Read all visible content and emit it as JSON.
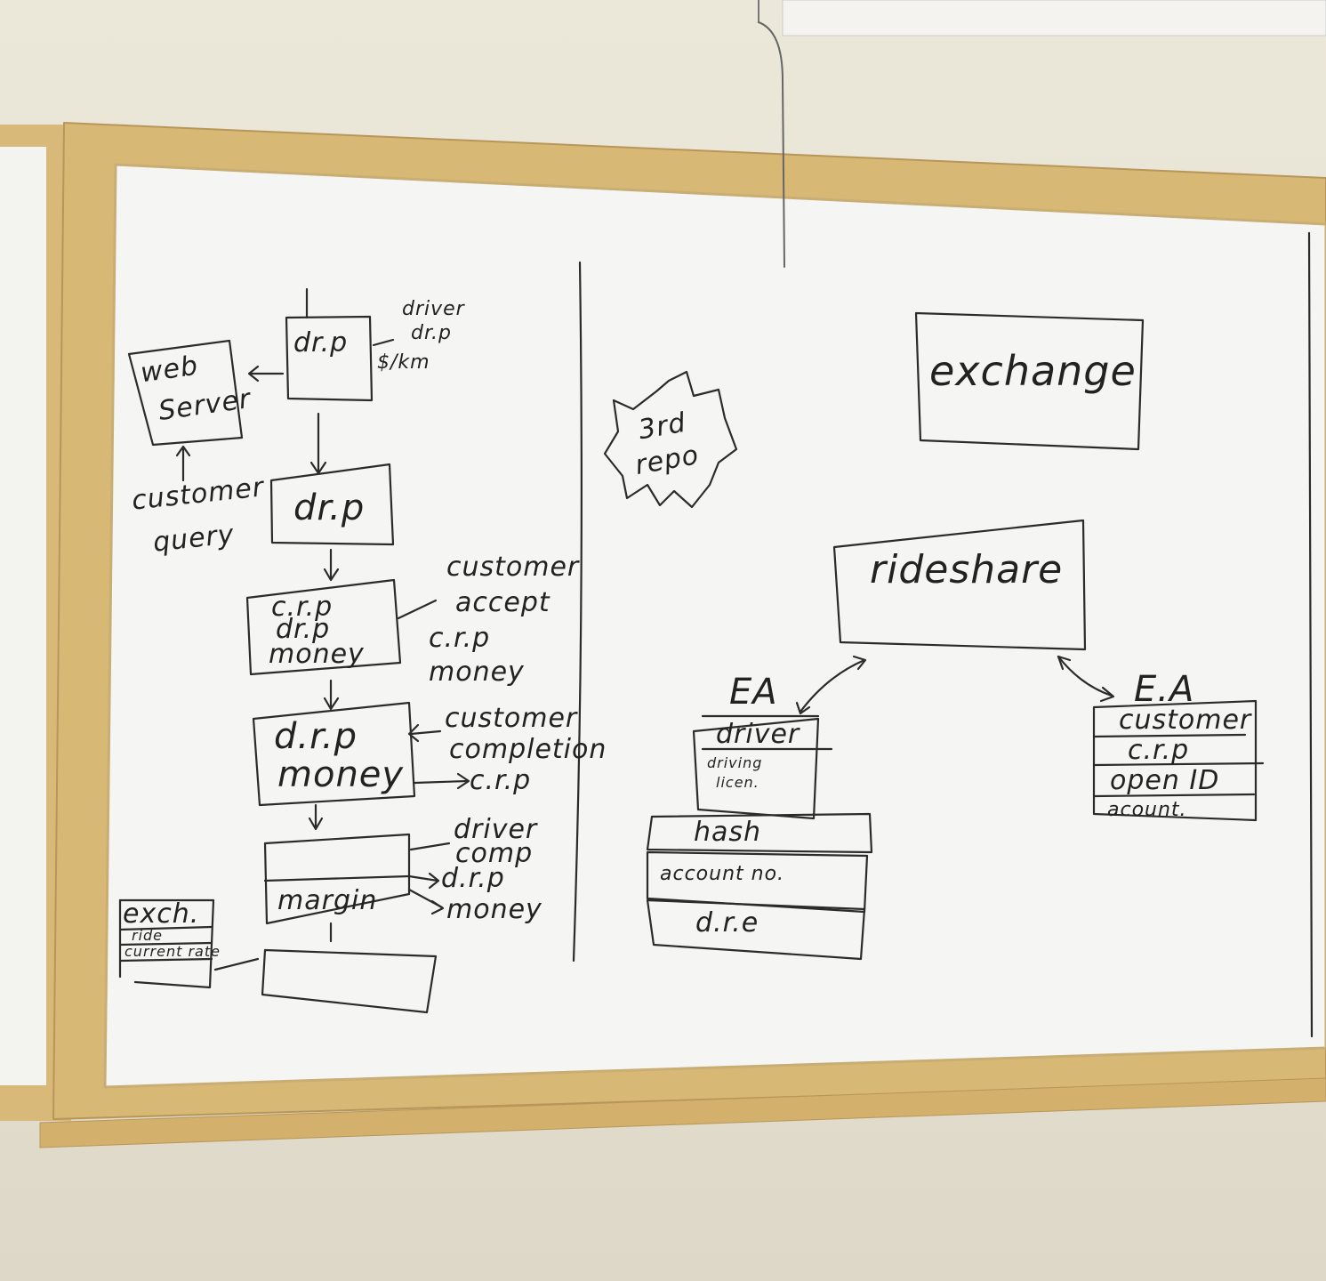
{
  "left_flow": {
    "box1": "dr.p",
    "box1_note": [
      "driver",
      "dr.p",
      "$/km"
    ],
    "web_server": [
      "web",
      "Server"
    ],
    "web_server_note": [
      "customer",
      "query"
    ],
    "box2": "dr.p",
    "box3": [
      "c.r.p",
      "dr.p",
      "money"
    ],
    "box3_note": [
      "customer",
      "accept",
      "c.r.p",
      "money"
    ],
    "box4": [
      "d.r.p",
      "money"
    ],
    "box4_note": [
      "customer",
      "completion"
    ],
    "box4_out": "c.r.p",
    "box5": "margin",
    "box5_note": [
      "driver",
      "comp"
    ],
    "box5_out": [
      "d.r.p",
      "money"
    ],
    "exch_table": [
      "exch.",
      "ride",
      "current rate"
    ]
  },
  "right_area": {
    "burst": [
      "3rd",
      "repo"
    ],
    "exchange": "exchange",
    "rideshare": "rideshare",
    "ea_left": {
      "title": "EA",
      "rows": [
        "driver",
        "driving",
        "licen."
      ],
      "stack": [
        "hash",
        "account no.",
        "d.r.e"
      ]
    },
    "ea_right": {
      "title": "E.A",
      "rows": [
        "customer",
        "c.r.p",
        "open ID",
        "acount."
      ]
    }
  }
}
